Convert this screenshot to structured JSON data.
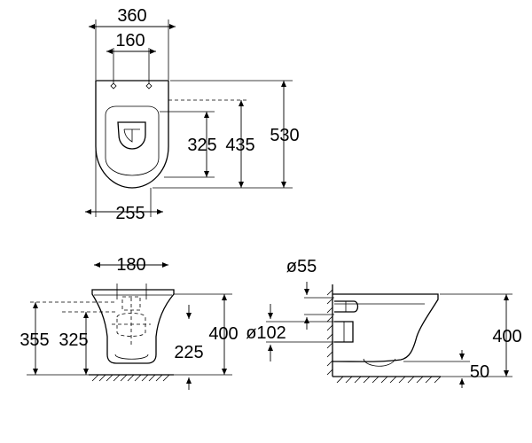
{
  "top_view": {
    "dim_width_outer": "360",
    "dim_width_fixing": "160",
    "dim_width_base": "255",
    "dim_depth_325": "325",
    "dim_depth_435": "435",
    "dim_depth_530": "530"
  },
  "front_view": {
    "dim_top_width": "180",
    "dim_height_355": "355",
    "dim_height_325": "325",
    "dim_height_225": "225",
    "dim_height_400": "400"
  },
  "side_view": {
    "dim_pipe_55": "ø55",
    "dim_pipe_102": "ø102",
    "dim_height_400": "400",
    "dim_clearance_50": "50"
  },
  "colors": {
    "line": "#000000",
    "background": "#ffffff"
  }
}
